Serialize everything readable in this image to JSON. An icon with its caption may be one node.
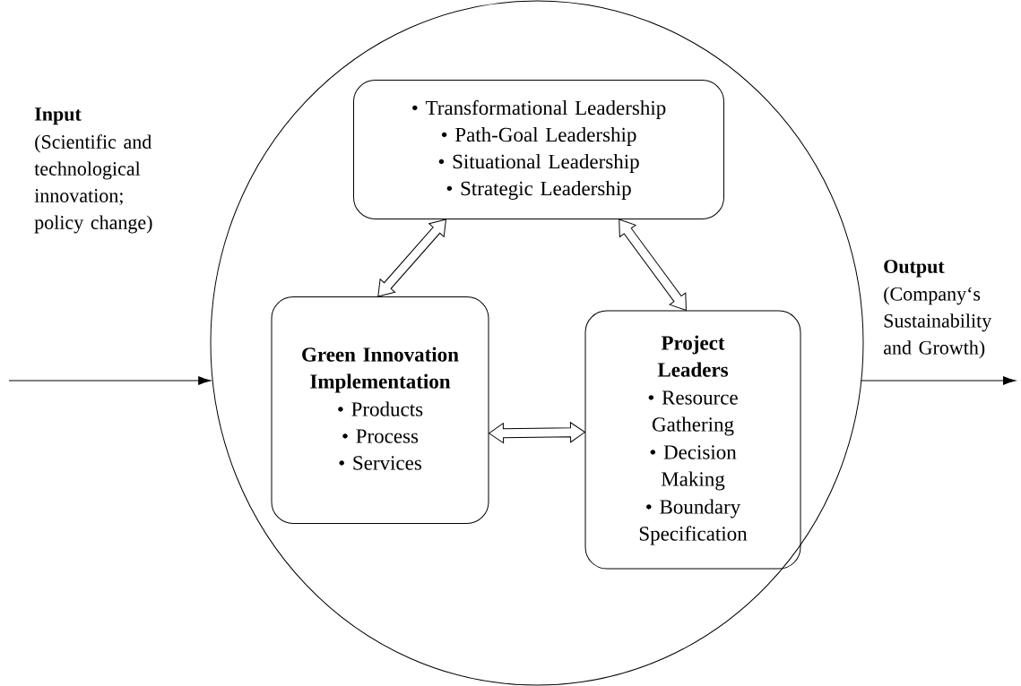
{
  "diagram": {
    "nodes": [
      {
        "text": [],
        "shape": "circle"
      },
      {
        "text": [
          "• Transformational Leadership",
          "• Path-Goal Leadership",
          "• Situational Leadership",
          "• Strategic Leadership"
        ],
        "in": 0
      },
      {
        "text": [
          "Green Innovation Implementation",
          "• Products",
          "• Process",
          "• Services"
        ],
        "in": 0
      },
      {
        "text": [
          "Project Leaders",
          "• Resource Gathering",
          "• Decision Making",
          "• Boundary Specification"
        ],
        "in": 0
      }
    ],
    "edges": [
      {
        "from": 1,
        "to": 2,
        "arrow": "both"
      },
      {
        "from": 1,
        "to": 3,
        "arrow": "both"
      },
      {
        "from": 2,
        "to": 3,
        "arrow": "both"
      },
      {
        "from": null,
        "to": 0,
        "arrow": "to"
      },
      {
        "from": 0,
        "to": null,
        "arrow": "to"
      }
    ],
    "labels": [
      "Input",
      "(Scientific and technological innovation; policy change)",
      "Output",
      "(Company‘s Sustainability and Growth)"
    ]
  }
}
